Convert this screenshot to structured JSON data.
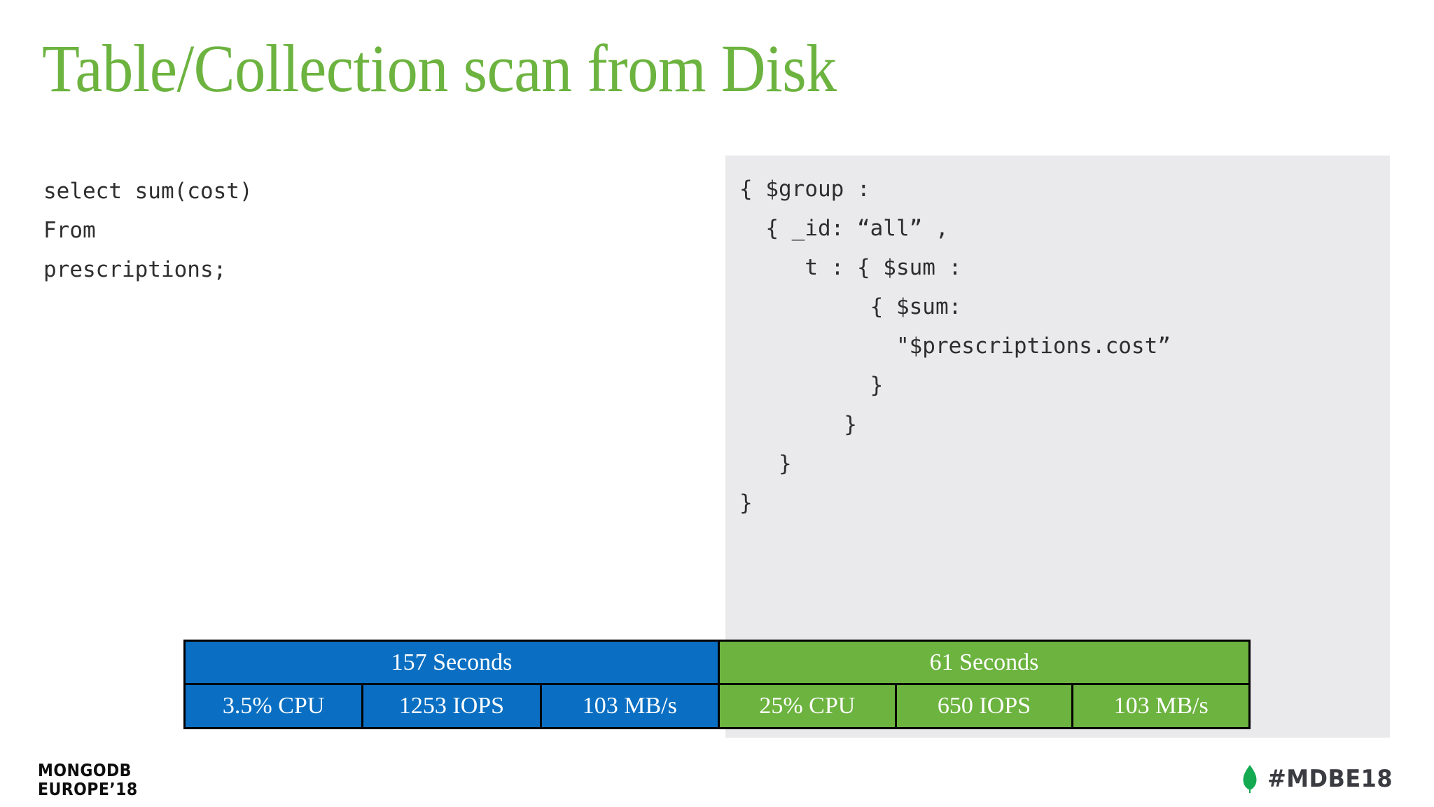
{
  "slide": {
    "title": "Table/Collection scan from Disk",
    "title_color": "#6CB33F",
    "background": "#FFFFFF"
  },
  "sql": {
    "lines": [
      "select sum(cost)",
      "From",
      "prescriptions;"
    ]
  },
  "mongo_code": {
    "background": "#EAEAEC",
    "lines": [
      "{ $group :",
      "  { _id: “all” ,",
      "     t : { $sum :",
      "          { $sum:",
      "            \"$prescriptions.cost”",
      "          }",
      "        }",
      "   }",
      "}"
    ]
  },
  "stats": {
    "blue_color": "#0A6FC2",
    "green_color": "#6CB33F",
    "border_color": "#000000",
    "groups": [
      {
        "name": "sql-relational",
        "header": "157 Seconds",
        "cells": [
          "3.5% CPU",
          "1253 IOPS",
          "103 MB/s"
        ]
      },
      {
        "name": "mongodb",
        "header": "61 Seconds",
        "cells": [
          "25% CPU",
          "650 IOPS",
          "103 MB/s"
        ]
      }
    ]
  },
  "footer": {
    "logo_line1": "MONGODB",
    "logo_line2": "EUROPE’18",
    "hashtag": "#MDBE18",
    "leaf_color": "#13AA52"
  }
}
